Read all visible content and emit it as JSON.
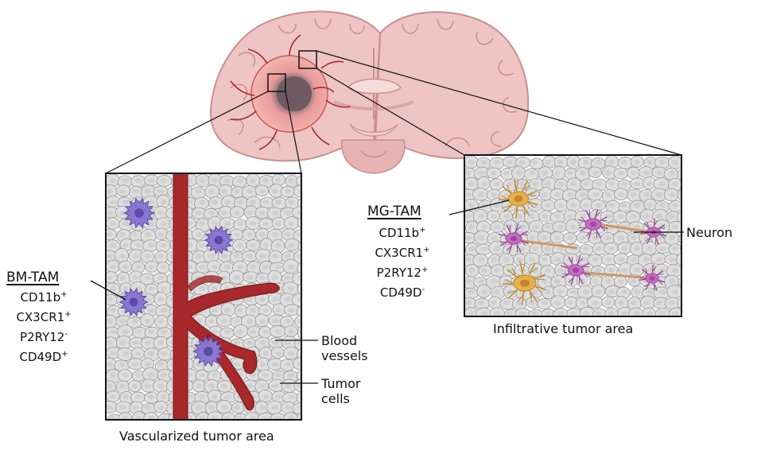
{
  "labels": {
    "bm_tam_title": "BM-TAM",
    "bm_tam_markers": [
      {
        "name": "CD11b",
        "sign": "+"
      },
      {
        "name": "CX3CR1",
        "sign": "+"
      },
      {
        "name": "P2RY12",
        "sign": "-"
      },
      {
        "name": "CD49D",
        "sign": "+"
      }
    ],
    "mg_tam_title": "MG-TAM",
    "mg_tam_markers": [
      {
        "name": "CD11b",
        "sign": "+"
      },
      {
        "name": "CX3CR1",
        "sign": "+"
      },
      {
        "name": "P2RY12",
        "sign": "+"
      },
      {
        "name": "CD49D",
        "sign": "-"
      }
    ],
    "blood_vessels": [
      "Blood",
      "vessels"
    ],
    "tumor_cells": [
      "Tumor",
      "cells"
    ],
    "neuron": "Neuron",
    "vascularized_caption": "Vascularized tumor area",
    "infiltrative_caption": "Infiltrative tumor area"
  },
  "colors": {
    "brain": "#e9b9b9",
    "brain_outline": "#c98f8f",
    "tumor_core": "#7d6a6e",
    "tumor_rim": "#e58d8d",
    "vessel": "#a8282b",
    "tumor_cell": "#dcdcdc",
    "bm_tam": "#8a78d0",
    "mg_tam": "#e7b04a",
    "neuron": "#c56bc5",
    "line": "#111111"
  },
  "icons": [
    "brain-coronal-section",
    "macrophage-cell",
    "microglia-cell",
    "neuron-cell",
    "blood-vessel"
  ]
}
